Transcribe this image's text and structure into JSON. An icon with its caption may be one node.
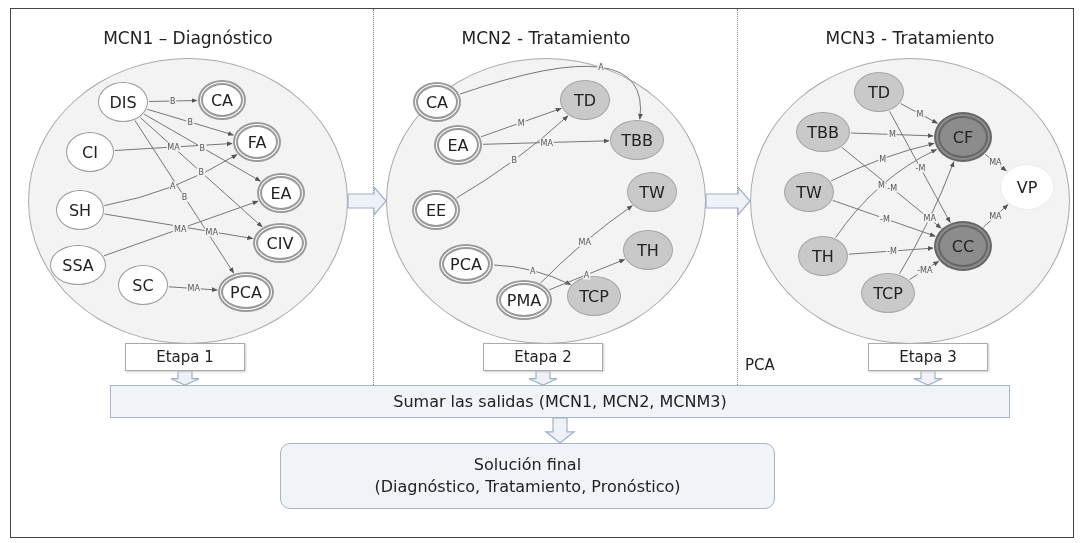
{
  "diagram": {
    "nodes": [
      {
        "text": [
          "MCN1 – Diagnóstico"
        ]
      },
      {
        "text": [
          "DIS"
        ],
        "in": 0
      },
      {
        "text": [
          "CA"
        ],
        "in": 0
      },
      {
        "text": [
          "CI"
        ],
        "in": 0
      },
      {
        "text": [
          "FA"
        ],
        "in": 0
      },
      {
        "text": [
          "SH"
        ],
        "in": 0
      },
      {
        "text": [
          "EA"
        ],
        "in": 0
      },
      {
        "text": [
          "SSA"
        ],
        "in": 0
      },
      {
        "text": [
          "CIV"
        ],
        "in": 0
      },
      {
        "text": [
          "SC"
        ],
        "in": 0
      },
      {
        "text": [
          "PCA"
        ],
        "in": 0
      },
      {
        "text": [
          "Etapa 1"
        ]
      },
      {
        "text": [
          "MCN2 - Tratamiento"
        ]
      },
      {
        "text": [
          "CA"
        ],
        "in": 12
      },
      {
        "text": [
          "TD"
        ],
        "in": 12
      },
      {
        "text": [
          "EA"
        ],
        "in": 12
      },
      {
        "text": [
          "TBB"
        ],
        "in": 12
      },
      {
        "text": [
          "EE"
        ],
        "in": 12
      },
      {
        "text": [
          "TW"
        ],
        "in": 12
      },
      {
        "text": [
          "PCA"
        ],
        "in": 12
      },
      {
        "text": [
          "TH"
        ],
        "in": 12
      },
      {
        "text": [
          "PMA"
        ],
        "in": 12
      },
      {
        "text": [
          "TCP"
        ],
        "in": 12
      },
      {
        "text": [
          "Etapa 2"
        ]
      },
      {
        "text": [
          "MCN3 - Tratamiento"
        ]
      },
      {
        "text": [
          "TD"
        ],
        "in": 24
      },
      {
        "text": [
          "TBB"
        ],
        "in": 24
      },
      {
        "text": [
          "CF"
        ],
        "in": 24
      },
      {
        "text": [
          "TW"
        ],
        "in": 24
      },
      {
        "text": [
          "VP"
        ],
        "in": 24
      },
      {
        "text": [
          "TH"
        ],
        "in": 24
      },
      {
        "text": [
          "CC"
        ],
        "in": 24
      },
      {
        "text": [
          "TCP"
        ],
        "in": 24
      },
      {
        "text": [
          "Etapa 3"
        ]
      },
      {
        "text": [
          "Sumar las salidas (MCN1, MCN2, MCNM3)"
        ]
      },
      {
        "text": [
          "Solución final",
          "(Diagnóstico, Tratamiento, Pronóstico)"
        ]
      }
    ],
    "edges": [
      {
        "from": 1,
        "to": 2,
        "arrow": "to",
        "label": "B"
      },
      {
        "from": 1,
        "to": 4,
        "arrow": "to",
        "label": "B"
      },
      {
        "from": 3,
        "to": 4,
        "arrow": "to",
        "label": "MA"
      },
      {
        "from": 1,
        "to": 6,
        "arrow": "to",
        "label": "B"
      },
      {
        "from": 5,
        "to": 4,
        "arrow": "to",
        "label": "A"
      },
      {
        "from": 1,
        "to": 8,
        "arrow": "to",
        "label": "B"
      },
      {
        "from": 1,
        "to": 10,
        "arrow": "to",
        "label": "B"
      },
      {
        "from": 5,
        "to": 8,
        "arrow": "to",
        "label": "MA"
      },
      {
        "from": 7,
        "to": 6,
        "arrow": "to",
        "label": "MA"
      },
      {
        "from": 9,
        "to": 10,
        "arrow": "to",
        "label": "MA"
      },
      {
        "from": 0,
        "to": 12,
        "arrow": "to",
        "style": "thick"
      },
      {
        "from": 13,
        "to": 16,
        "arrow": "to",
        "label": "A"
      },
      {
        "from": 15,
        "to": 14,
        "arrow": "to",
        "label": "M"
      },
      {
        "from": 15,
        "to": 16,
        "arrow": "to",
        "label": "MA"
      },
      {
        "from": 17,
        "to": 14,
        "arrow": "to",
        "label": "B"
      },
      {
        "from": 21,
        "to": 18,
        "arrow": "to",
        "label": "MA"
      },
      {
        "from": 19,
        "to": 22,
        "arrow": "to",
        "label": "A"
      },
      {
        "from": 21,
        "to": 20,
        "arrow": "to",
        "label": "A"
      },
      {
        "from": 12,
        "to": 24,
        "arrow": "to",
        "style": "thick"
      },
      {
        "from": 25,
        "to": 27,
        "arrow": "to",
        "label": "M"
      },
      {
        "from": 26,
        "to": 27,
        "arrow": "to",
        "label": "M"
      },
      {
        "from": 28,
        "to": 27,
        "arrow": "to",
        "label": "M"
      },
      {
        "from": 25,
        "to": 31,
        "arrow": "to",
        "label": "-M"
      },
      {
        "from": 26,
        "to": 31,
        "arrow": "to",
        "label": "-M"
      },
      {
        "from": 28,
        "to": 31,
        "arrow": "to",
        "label": "-M"
      },
      {
        "from": 30,
        "to": 27,
        "arrow": "to",
        "label": "M"
      },
      {
        "from": 30,
        "to": 31,
        "arrow": "to",
        "label": "-M"
      },
      {
        "from": 32,
        "to": 27,
        "arrow": "to",
        "label": "MA"
      },
      {
        "from": 32,
        "to": 31,
        "arrow": "to",
        "label": "-MA"
      },
      {
        "from": 27,
        "to": 29,
        "arrow": "to",
        "label": "MA"
      },
      {
        "from": 31,
        "to": 29,
        "arrow": "to",
        "label": "MA"
      },
      {
        "from": 11,
        "to": 34,
        "arrow": "to",
        "style": "thick"
      },
      {
        "from": 23,
        "to": 34,
        "arrow": "to",
        "style": "thick"
      },
      {
        "from": 33,
        "to": 34,
        "arrow": "to",
        "style": "thick"
      },
      {
        "from": 34,
        "to": 35,
        "arrow": "to",
        "style": "thick"
      }
    ],
    "labels": [
      "PCA"
    ]
  }
}
